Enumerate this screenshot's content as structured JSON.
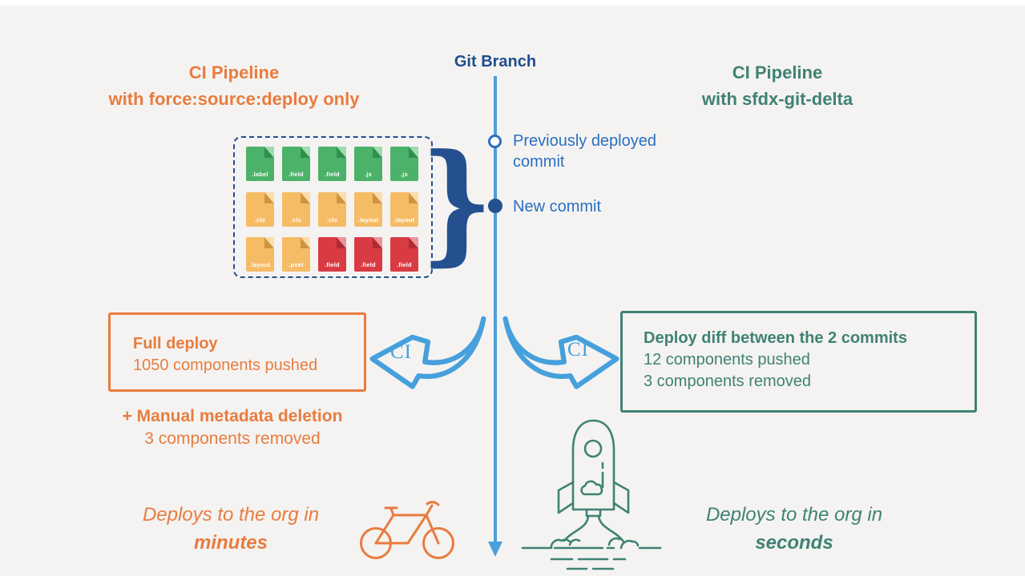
{
  "colors": {
    "background": "#f4f3f2",
    "orange": "#e87c3e",
    "teal": "#3f8274",
    "dark_blue": "#24508f",
    "commit_blue": "#2a6fc2",
    "branch_blue": "#4b9fdc",
    "arrow_blue": "#45a0dc",
    "files": {
      "green": {
        "body": "#4cb269",
        "fold": "#9ddcae",
        "shade": "#2f8f4e"
      },
      "orange": {
        "body": "#f6bc65",
        "fold": "#fbdcaa",
        "shade": "#cf9440"
      },
      "red": {
        "body": "#d93b43",
        "fold": "#ea959b",
        "shade": "#b02a31"
      }
    }
  },
  "header": {
    "left_title_line1": "CI Pipeline",
    "left_title_line2": "with force:source:deploy only",
    "center_title": "Git Branch",
    "right_title_line1": "CI Pipeline",
    "right_title_line2": "with sfdx-git-delta"
  },
  "git": {
    "previous_commit_label_line1": "Previously deployed",
    "previous_commit_label_line2": "commit",
    "new_commit_label": "New commit"
  },
  "files": {
    "brace": "}",
    "items": [
      {
        "ext": ".label",
        "color": "green"
      },
      {
        "ext": ".field",
        "color": "green"
      },
      {
        "ext": ".field",
        "color": "green"
      },
      {
        "ext": ".js",
        "color": "green"
      },
      {
        "ext": ".js",
        "color": "green"
      },
      {
        "ext": ".cls",
        "color": "orange"
      },
      {
        "ext": ".cls",
        "color": "orange"
      },
      {
        "ext": ".cls",
        "color": "orange"
      },
      {
        "ext": ".layout",
        "color": "orange"
      },
      {
        "ext": ".layout",
        "color": "orange"
      },
      {
        "ext": ".layout",
        "color": "orange"
      },
      {
        "ext": ".pset",
        "color": "orange"
      },
      {
        "ext": ".field",
        "color": "red"
      },
      {
        "ext": ".field",
        "color": "red"
      },
      {
        "ext": ".field",
        "color": "red"
      }
    ]
  },
  "arrows": {
    "left_label": "CI",
    "right_label": "CI"
  },
  "left_pipeline": {
    "box_title": "Full deploy",
    "box_detail": "1050 components pushed",
    "manual_title": "+ Manual metadata deletion",
    "manual_detail": "3 components removed",
    "speed_prefix": "Deploys to the org in",
    "speed_emphasis": "minutes"
  },
  "right_pipeline": {
    "box_title": "Deploy diff between the 2 commits",
    "box_detail1": "12 components pushed",
    "box_detail2": "3 components removed",
    "speed_prefix": "Deploys to the org in",
    "speed_emphasis": "seconds"
  }
}
